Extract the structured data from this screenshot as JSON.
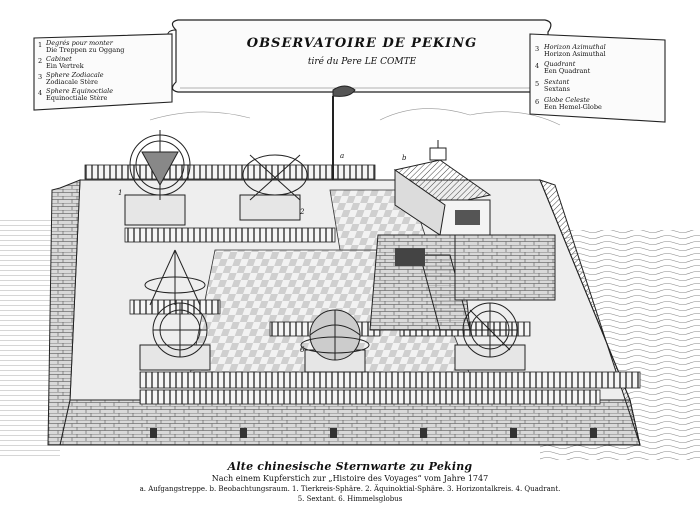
{
  "banner": {
    "title": "OBSERVATOIRE DE PEKING",
    "subtitle": "tiré du Pere LE COMTE"
  },
  "left_key": [
    {
      "num": "1",
      "fr": "Degrés pour monter",
      "de": "Die Treppen zu Oggang"
    },
    {
      "num": "2",
      "fr": "Cabinet",
      "de": "Ein Vertrek"
    },
    {
      "num": "3",
      "fr": "Sphere Zodiacale",
      "de": "Zodiacale Stère"
    },
    {
      "num": "4",
      "fr": "Sphere Equinoctiale",
      "de": "Equinoctiale Stère"
    }
  ],
  "right_key": [
    {
      "num": "3",
      "fr": "Horizon Azimuthal",
      "de": "Horizon Asimuthal"
    },
    {
      "num": "4",
      "fr": "Quadrant",
      "de": "Een Quadrant"
    },
    {
      "num": "5",
      "fr": "Sextant",
      "de": "Sextans"
    },
    {
      "num": "6",
      "fr": "Globe Celeste",
      "de": "Een Hemel-Globe"
    }
  ],
  "caption": {
    "title": "Alte chinesische Sternwarte zu Peking",
    "source": "Nach einem Kupferstich zur „Histoire des Voyages“ vom Jahre 1747",
    "legend_line1": "a. Aufgangstreppe. b. Beobachtungsraum. 1. Tierkreis-Sphäre. 2. Äquinoktial-Sphäre. 3. Horizontalkreis. 4. Quadrant.",
    "legend_line2": "5. Sextant. 6. Himmelsglobus"
  },
  "colors": {
    "ink": "#1a1a1a",
    "paper": "#ffffff",
    "shade": "#bdbdbd"
  }
}
